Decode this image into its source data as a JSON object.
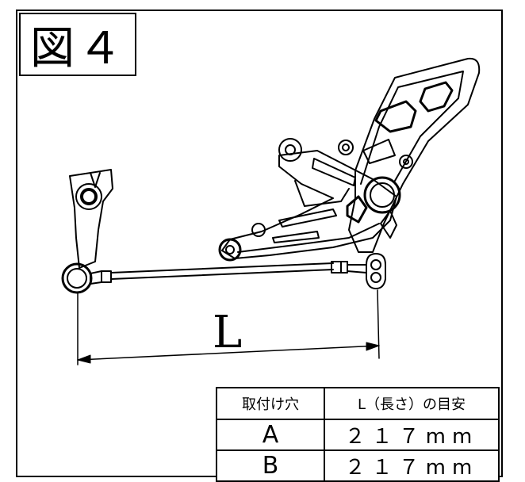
{
  "figure": {
    "label": "図４"
  },
  "dimension": {
    "label": "L"
  },
  "table": {
    "headers": [
      "取付け穴",
      "L（長さ）の目安"
    ],
    "rows": [
      {
        "hole": "A",
        "length": "２１７mm"
      },
      {
        "hole": "B",
        "length": "２１７mm"
      }
    ]
  }
}
